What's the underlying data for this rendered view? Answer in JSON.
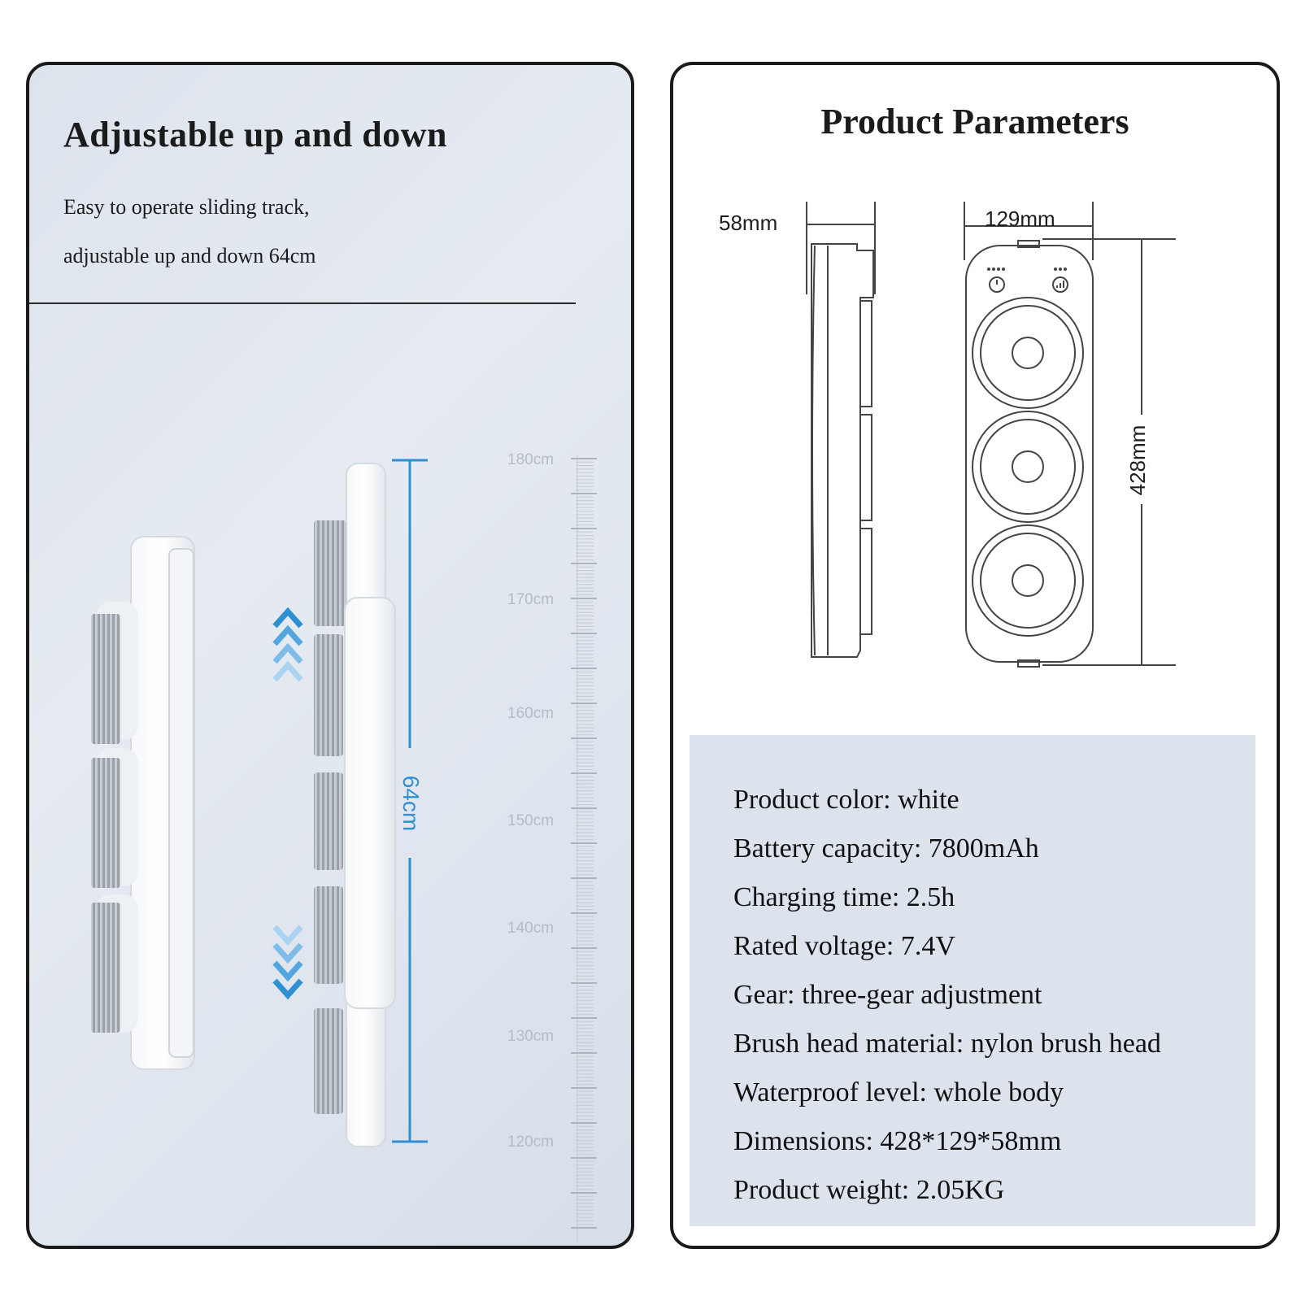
{
  "left": {
    "title": "Adjustable up and down",
    "desc_line1": "Easy to operate sliding track,",
    "desc_line2": "adjustable up and down 64cm",
    "ruler_labels": [
      "180cm",
      "170cm",
      "160cm",
      "150cm",
      "140cm",
      "130cm",
      "120cm"
    ],
    "travel_label": "64cm",
    "colors": {
      "accent": "#2f8fd1",
      "ruler": "#b6bcc6",
      "panel_bg": "#e2e8f0"
    }
  },
  "right": {
    "title": "Product Parameters",
    "side_width_label": "58mm",
    "front_width_label": "129mm",
    "height_label": "428mm",
    "params": [
      "Product color: white",
      "Battery capacity: 7800mAh",
      "Charging time: 2.5h",
      "Rated voltage: 7.4V",
      "Gear: three-gear adjustment",
      "Brush head material: nylon brush head",
      "Waterproof level: whole body",
      "Dimensions: 428*129*58mm",
      "Product weight: 2.05KG"
    ],
    "colors": {
      "param_bg": "#dde3ec"
    }
  },
  "icons": [
    "chevron-up-icon",
    "chevron-down-icon",
    "power-icon",
    "signal-icon"
  ]
}
